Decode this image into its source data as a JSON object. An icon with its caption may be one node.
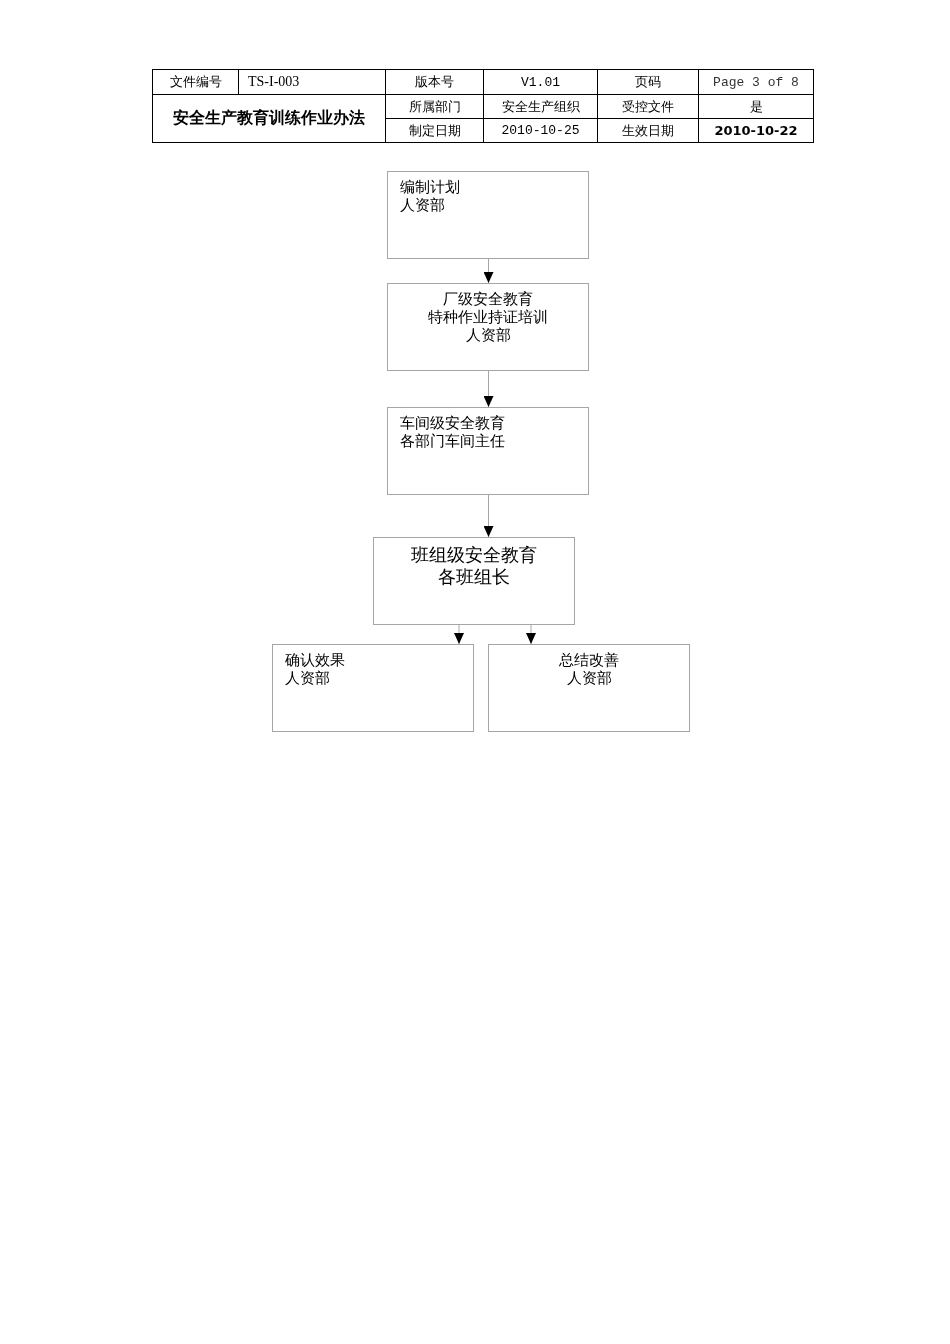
{
  "diagram": {
    "nodes": [
      {
        "text": [
          "编制计划",
          "人资部"
        ]
      },
      {
        "text": [
          "厂级安全教育",
          "特种作业持证培训",
          "人资部"
        ]
      },
      {
        "text": [
          "车间级安全教育",
          "各部门车间主任"
        ]
      },
      {
        "text": [
          "班组级安全教育",
          "各班组长"
        ]
      },
      {
        "text": [
          "确认效果",
          "人资部"
        ]
      },
      {
        "text": [
          "总结改善",
          "人资部"
        ]
      }
    ],
    "edges": [
      {
        "from": 0,
        "to": 1,
        "arrow": "to"
      },
      {
        "from": 1,
        "to": 2,
        "arrow": "to"
      },
      {
        "from": 2,
        "to": 3,
        "arrow": "to"
      },
      {
        "from": 3,
        "to": 4,
        "arrow": "to"
      },
      {
        "from": 3,
        "to": 5,
        "arrow": "to"
      }
    ],
    "labels": [
      "文件编号",
      "TS-I-003",
      "版本号",
      "V1.01",
      "页码",
      "Page 3 of 8",
      "安全生产教育训练作业办法",
      "所属部门",
      "安全生产组织",
      "受控文件",
      "是",
      "制定日期",
      "2010-10-25",
      "生效日期",
      "2010-10-22"
    ]
  }
}
